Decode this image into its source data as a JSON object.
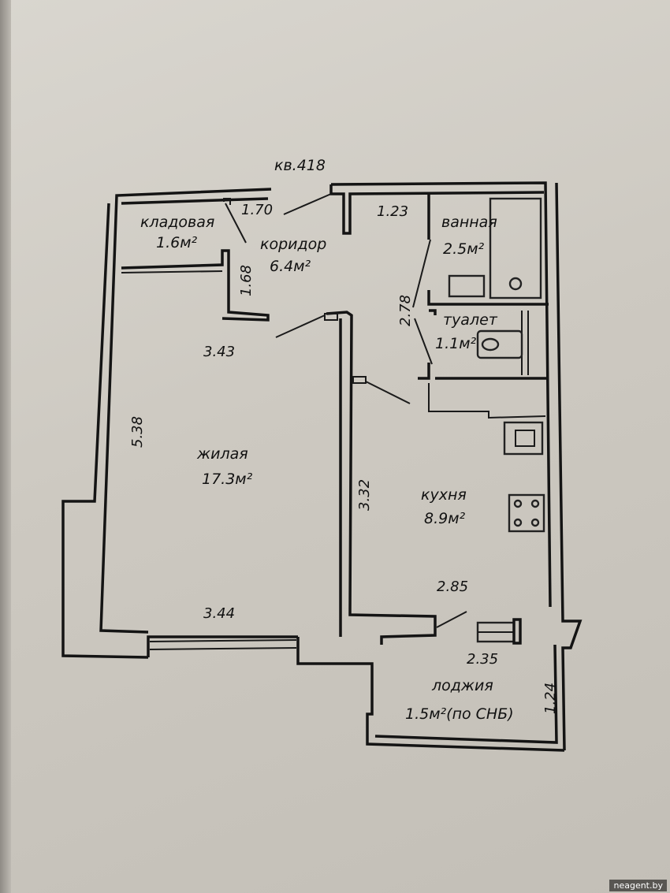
{
  "apartment": "кв.418",
  "rooms": {
    "storage": {
      "name": "кладовая",
      "area": "1.6м²"
    },
    "corridor": {
      "name": "коридор",
      "area": "6.4м²"
    },
    "bathroom": {
      "name": "ванная",
      "area": "2.5м²"
    },
    "toilet": {
      "name": "туалет",
      "area": "1.1м²"
    },
    "living": {
      "name": "жилая",
      "area": "17.3м²"
    },
    "kitchen": {
      "name": "кухня",
      "area": "8.9м²"
    },
    "loggia": {
      "name": "лоджия",
      "area": "1.5м²(по СНБ)"
    }
  },
  "dimensions": {
    "storage_width": "1.70",
    "storage_depth": "1.68",
    "bath_width": "1.23",
    "bath_depth": "2.78",
    "living_top": "3.43",
    "living_height": "5.38",
    "living_bottom": "3.44",
    "kitchen_height": "3.32",
    "kitchen_width": "2.85",
    "loggia_width": "2.35",
    "loggia_depth": "1.24"
  },
  "watermark": "neagent.by"
}
